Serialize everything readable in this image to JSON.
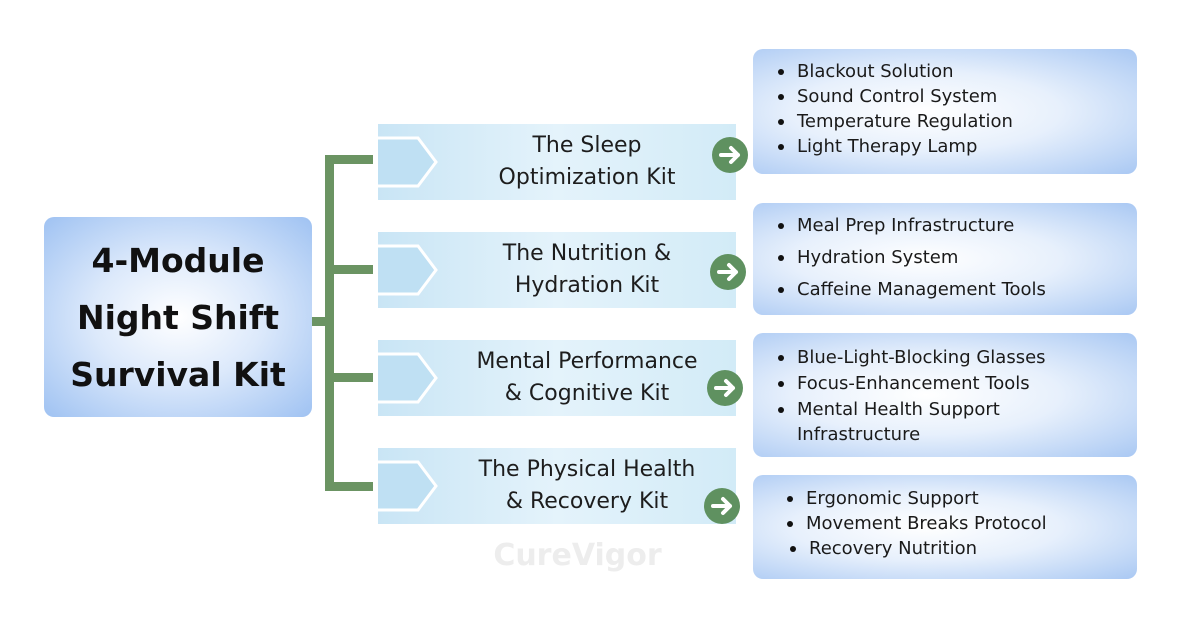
{
  "root": {
    "title_lines": [
      "4-Module",
      "Night Shift",
      "Survival Kit"
    ]
  },
  "modules": [
    {
      "label": "The Sleep\nOptimization Kit",
      "items": [
        "Blackout Solution",
        "Sound Control System",
        "Temperature Regulation",
        "Light Therapy Lamp"
      ]
    },
    {
      "label": "The Nutrition &\nHydration Kit",
      "items": [
        "Meal Prep Infrastructure",
        "Hydration System",
        "Caffeine Management Tools"
      ]
    },
    {
      "label": "Mental Performance\n& Cognitive Kit",
      "items": [
        "Blue-Light-Blocking Glasses",
        "Focus-Enhancement Tools",
        "Mental Health Support\nInfrastructure"
      ]
    },
    {
      "label": "The Physical Health\n& Recovery Kit",
      "items": [
        "Ergonomic Support",
        "Movement Breaks Protocol",
        "Recovery Nutrition"
      ]
    }
  ],
  "watermark": "CureVigor",
  "colors": {
    "connector": "#6b9463",
    "arrow_circle": "#5f9160",
    "module_fill": "#d2ebf7",
    "box_edge": "#9fc2f2"
  },
  "icons": {
    "module_arrow": "arrow-right-circle-icon",
    "module_notch": "chevron-notch-icon"
  }
}
